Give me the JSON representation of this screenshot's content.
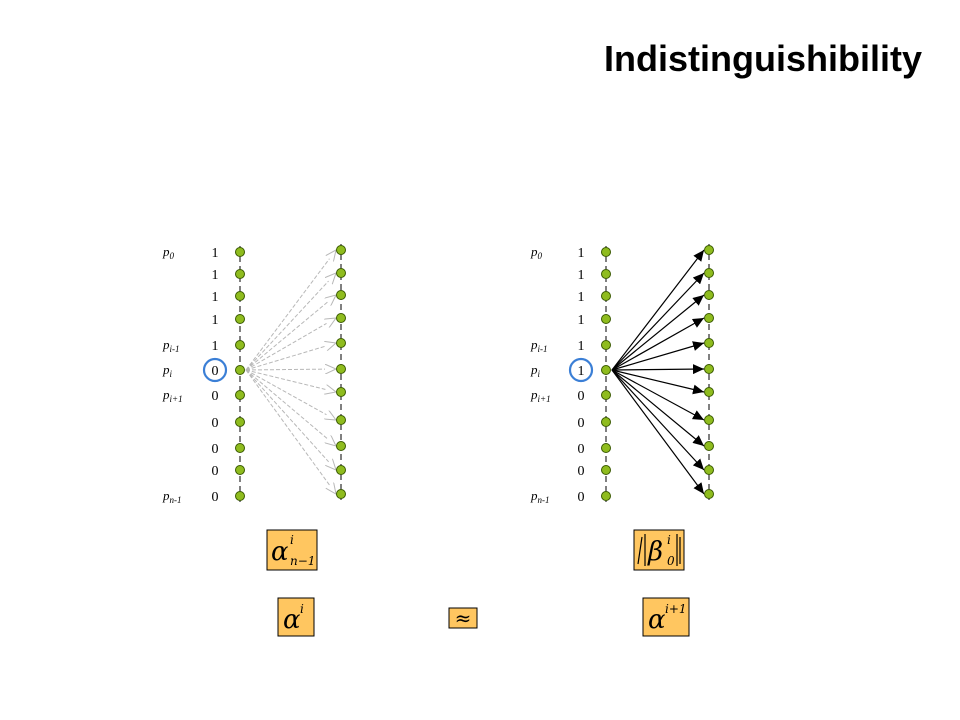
{
  "title": "Indistinguishibility",
  "panels": [
    {
      "bits": [
        "1",
        "1",
        "1",
        "1",
        "1",
        "0",
        "0",
        "0",
        "0",
        "0",
        "0"
      ],
      "labels": [
        {
          "row": 0,
          "base": "p",
          "sub": "0"
        },
        {
          "row": 4,
          "base": "p",
          "sub": "i-1"
        },
        {
          "row": 5,
          "base": "p",
          "sub": "i"
        },
        {
          "row": 6,
          "base": "p",
          "sub": "i+1"
        },
        {
          "row": 10,
          "base": "p",
          "sub": "n-1"
        }
      ],
      "arrow_style": "hollow-gray",
      "formula_top": {
        "symbol": "α",
        "sup": "i",
        "sub": "n−1"
      },
      "formula_bottom": {
        "symbol": "α",
        "sup": "i"
      }
    },
    {
      "bits": [
        "1",
        "1",
        "1",
        "1",
        "1",
        "1",
        "0",
        "0",
        "0",
        "0",
        "0"
      ],
      "labels": [
        {
          "row": 0,
          "base": "p",
          "sub": "0"
        },
        {
          "row": 4,
          "base": "p",
          "sub": "i-1"
        },
        {
          "row": 5,
          "base": "p",
          "sub": "i"
        },
        {
          "row": 6,
          "base": "p",
          "sub": "i+1"
        },
        {
          "row": 10,
          "base": "p",
          "sub": "n-1"
        }
      ],
      "arrow_style": "solid-black",
      "formula_top": {
        "symbol": "β",
        "sup": "i",
        "sub": "0"
      },
      "formula_bottom": {
        "symbol": "α",
        "sup": "i+1"
      }
    }
  ],
  "relation_symbol": "≈",
  "colors": {
    "node": "#8fbc1e",
    "node_stroke": "#3a5a00",
    "box": "#ffc660",
    "highlight": "#3b7fd6"
  }
}
